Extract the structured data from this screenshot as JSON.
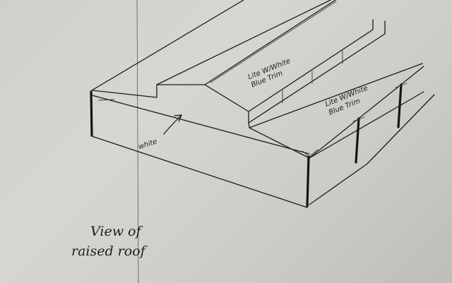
{
  "labels": {
    "left_roof_line1": "Lite W/White",
    "left_roof_line2": "Blue  Trim",
    "right_roof_line1": "Lite W/White",
    "right_roof_line2": "Blue  Trim",
    "wall_note": "white",
    "caption_line1": "View of",
    "caption_line2": "raised roof"
  }
}
